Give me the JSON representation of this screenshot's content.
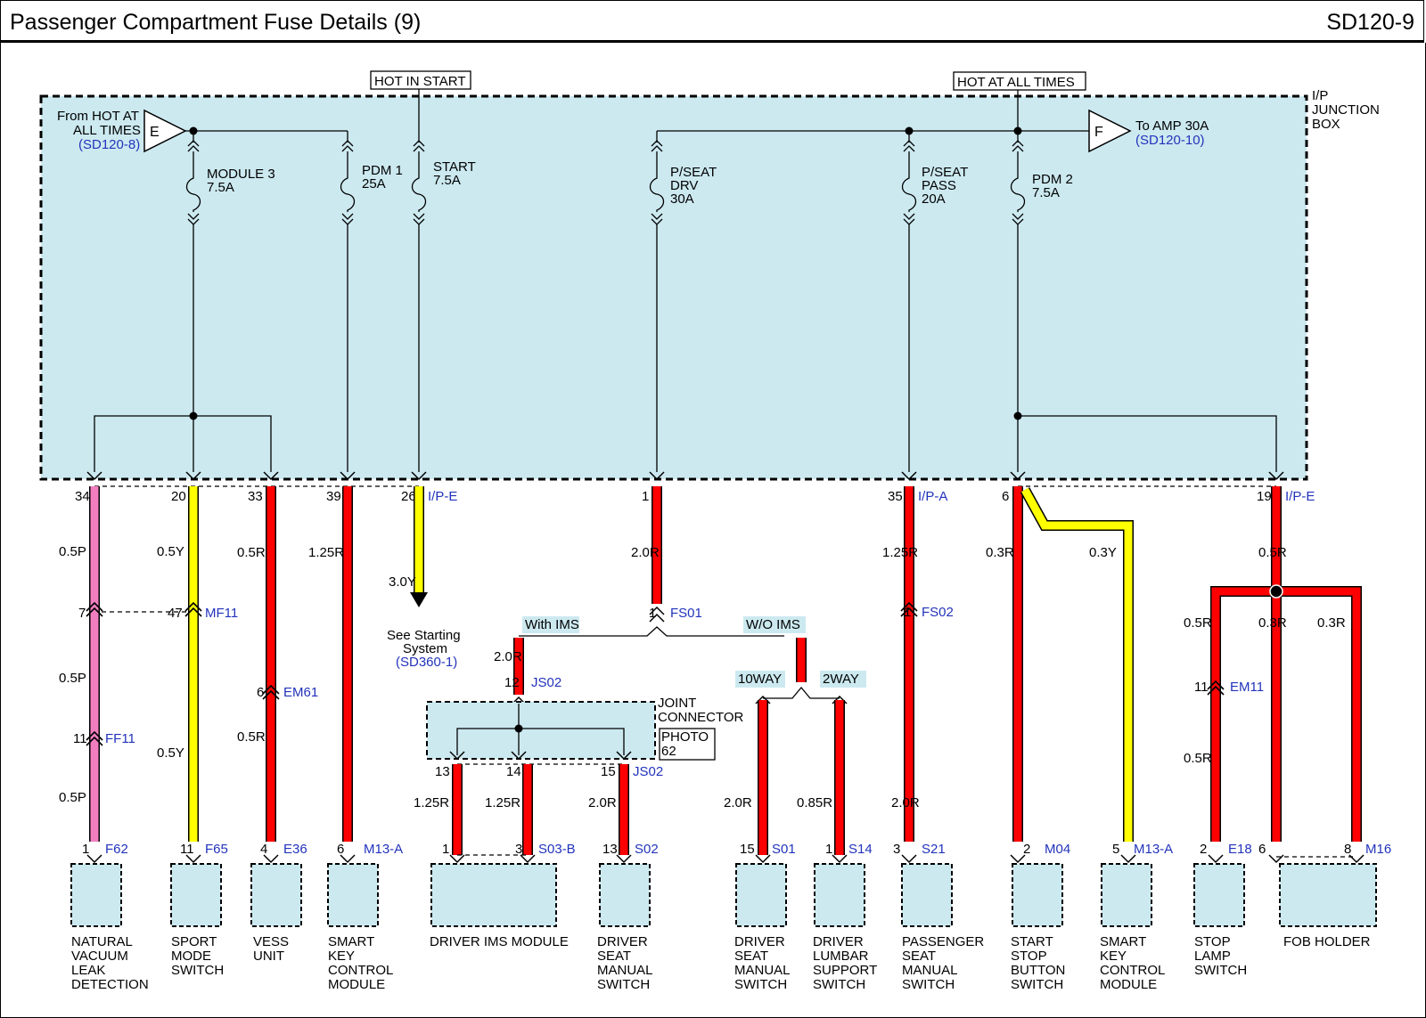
{
  "header": {
    "title": "Passenger Compartment Fuse Details (9)",
    "page_id": "SD120-9"
  },
  "junction_box": {
    "label_lines": [
      "I/P",
      "JUNCTION",
      "BOX"
    ]
  },
  "power_sources": {
    "hot_in_start": "HOT IN START",
    "hot_at_all_times": "HOT AT ALL TIMES"
  },
  "connectors_in": {
    "e_letter": "E",
    "e_from_lines": [
      "From HOT AT",
      "ALL TIMES"
    ],
    "e_ref": "(SD120-8)"
  },
  "connectors_out": {
    "f_letter": "F",
    "f_to": "To AMP 30A",
    "f_ref": "(SD120-10)"
  },
  "fuses": [
    {
      "lines": [
        "MODULE 3",
        "7.5A"
      ]
    },
    {
      "lines": [
        "PDM 1",
        "25A"
      ]
    },
    {
      "lines": [
        "START",
        "7.5A"
      ]
    },
    {
      "lines": [
        "P/SEAT",
        "DRV",
        "30A"
      ]
    },
    {
      "lines": [
        "P/SEAT",
        "PASS",
        "20A"
      ]
    },
    {
      "lines": [
        "PDM 2",
        "7.5A"
      ]
    }
  ],
  "jb_pins": {
    "p34": "34",
    "p20": "20",
    "p33": "33",
    "p39": "39",
    "p26": "26",
    "ipe1": "I/P-E",
    "p1": "1",
    "p35": "35",
    "ipa": "I/P-A",
    "p6": "6",
    "p19": "19",
    "ipe2": "I/P-E"
  },
  "wires": {
    "w1a": "0.5P",
    "w1b": "0.5P",
    "w1c": "0.5P",
    "w2a": "0.5Y",
    "w2b": "0.5Y",
    "w3a": "0.5R",
    "w3b": "0.5R",
    "w4a": "1.25R",
    "w5a": "3.0Y",
    "w6a": "2.0R",
    "w6b": "2.0R",
    "w6c": "1.25R",
    "w6d": "1.25R",
    "w6e": "2.0R",
    "w7a": "2.0R",
    "w7b": "0.85R",
    "w8a": "1.25R",
    "w8b": "2.0R",
    "w9a": "0.3R",
    "w9b": "0.3Y",
    "w10a": "0.5R",
    "w10b": "0.5R",
    "w10c": "0.5R",
    "w10d": "0.3R",
    "w10e": "0.3R"
  },
  "inline_connectors": {
    "mf11_left": "7",
    "mf11_right": "47",
    "mf11": "MF11",
    "ff11_pin": "11",
    "ff11": "FF11",
    "em61_pin": "6",
    "em61": "EM61",
    "fs01_pin": "1",
    "fs01": "FS01",
    "fs02_pin": "1",
    "fs02": "FS02",
    "em11_pin": "11",
    "em11": "EM11",
    "js02_pin_top": "12",
    "js02_top": "JS02",
    "js02_p13": "13",
    "js02_p14": "14",
    "js02_p15": "15",
    "js02_bottom": "JS02"
  },
  "options": {
    "with_ims": "With IMS",
    "wo_ims": "W/O IMS",
    "ten_way": "10WAY",
    "two_way": "2WAY"
  },
  "joint_connector": {
    "label_lines": [
      "JOINT",
      "CONNECTOR"
    ],
    "photo_lines": [
      "PHOTO",
      "62"
    ]
  },
  "see_starting": {
    "lines": [
      "See Starting",
      "System"
    ],
    "ref": "(SD360-1)"
  },
  "components": [
    {
      "pin": "1",
      "conn": "F62",
      "label": [
        "NATURAL",
        "VACUUM",
        "LEAK",
        "DETECTION"
      ]
    },
    {
      "pin": "11",
      "conn": "F65",
      "label": [
        "SPORT",
        "MODE",
        "SWITCH"
      ]
    },
    {
      "pin": "4",
      "conn": "E36",
      "label": [
        "VESS",
        "UNIT"
      ]
    },
    {
      "pin": "6",
      "conn": "M13-A",
      "label": [
        "SMART",
        "KEY",
        "CONTROL",
        "MODULE"
      ]
    },
    {
      "pin": "1",
      "pin2": "3",
      "conn": "S03-B",
      "label": [
        "DRIVER IMS MODULE"
      ]
    },
    {
      "pin": "13",
      "conn": "S02",
      "label": [
        "DRIVER",
        "SEAT",
        "MANUAL",
        "SWITCH"
      ]
    },
    {
      "pin": "15",
      "conn": "S01",
      "label": [
        "DRIVER",
        "SEAT",
        "MANUAL",
        "SWITCH"
      ]
    },
    {
      "pin": "1",
      "conn": "S14",
      "label": [
        "DRIVER",
        "LUMBAR",
        "SUPPORT",
        "SWITCH"
      ]
    },
    {
      "pin": "3",
      "conn": "S21",
      "label": [
        "PASSENGER",
        "SEAT",
        "MANUAL",
        "SWITCH"
      ]
    },
    {
      "pin": "2",
      "conn": "M04",
      "label": [
        "START",
        "STOP",
        "BUTTON",
        "SWITCH"
      ]
    },
    {
      "pin": "5",
      "conn": "M13-A",
      "label": [
        "SMART",
        "KEY",
        "CONTROL",
        "MODULE"
      ]
    },
    {
      "pin": "2",
      "conn": "E18",
      "label": [
        "STOP",
        "LAMP",
        "SWITCH"
      ]
    },
    {
      "pin": "6",
      "pin2": "8",
      "conn": "M16",
      "label": [
        "FOB HOLDER"
      ]
    }
  ],
  "colors": {
    "red": "#ff0000",
    "yellow": "#ffff00",
    "pink": "#f27ec0",
    "box_fill": "#cce9f0",
    "ref_blue": "#2233bb"
  }
}
